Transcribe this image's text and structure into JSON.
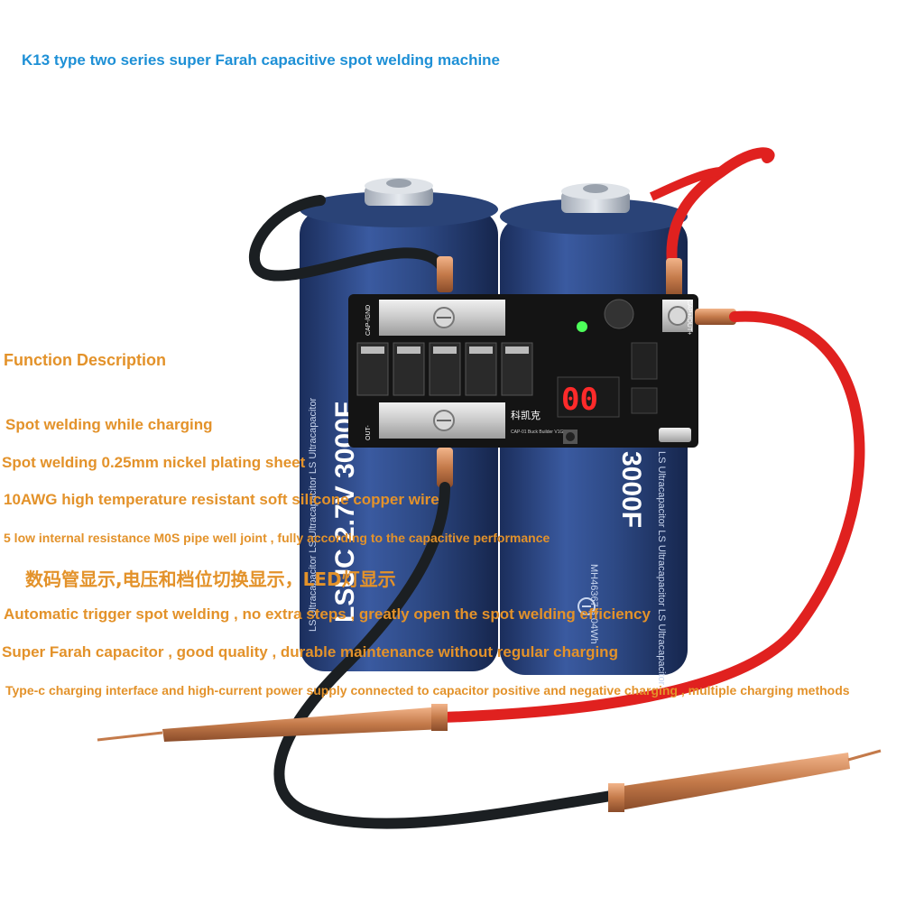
{
  "title": "K13 type two series super Farah capacitive spot welding machine",
  "function_heading": "Function Description",
  "features": [
    "Spot welding while charging",
    "Spot welding 0.25mm nickel plating sheet",
    "10AWG high temperature resistant soft silicone copper wire",
    "5 low internal resistance M0S pipe well joint , fully according to the capacitive performance",
    "数码管显示,电压和档位切换显示，LED灯显示",
    "Automatic trigger spot welding , no extra steps , greatly open the spot welding efficiency",
    "Super Farah capacitor , good quality , durable maintenance without regular charging",
    "Type-c charging interface and high-current power supply connected to capacitor positive and negative charging , multiple charging methods"
  ],
  "product": {
    "left_capacitor_label": "LSUC 2.7V 3000F",
    "right_capacitor_label": "3000F",
    "capacitor_side_text": "LS Ultracapacitor",
    "model_code": "MH46367",
    "energy": "3.04Wh",
    "display_digits": "00",
    "board_brand": "科凯克",
    "board_subtext": "CAP-01 Buck Builder V1G",
    "board_in_label": "CAP-/GND",
    "board_out_label": "OUT-",
    "board_right_label": "CAP+/OUT+"
  },
  "colors": {
    "title": "#1e90d6",
    "feature_text": "#e3922a",
    "capacitor_body": "#2e4a86",
    "pcb": "#141414",
    "led_display": "#ff2a2a",
    "red_wire": "#e0211f",
    "black_wire": "#1b1f22",
    "copper_pen": "#c47a4a"
  }
}
